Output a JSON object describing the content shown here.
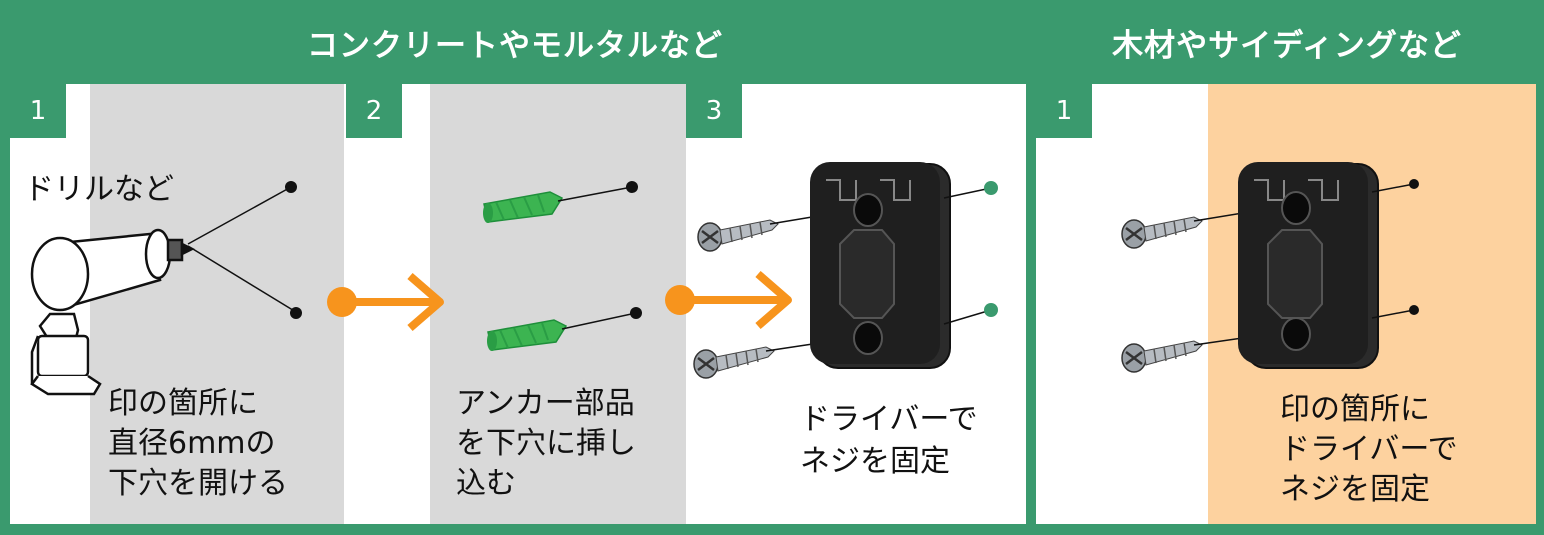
{
  "headers": {
    "concrete": "コンクリートやモルタルなど",
    "wood": "木材やサイディングなど"
  },
  "steps": [
    {
      "number": "1",
      "tool_label": "ドリルなど",
      "caption": [
        "印の箇所に",
        "直径6mmの",
        "下穴を開ける"
      ]
    },
    {
      "number": "2",
      "caption": [
        "アンカー部品",
        "を下穴に挿し",
        "込む"
      ]
    },
    {
      "number": "3",
      "caption": [
        "ドライバーで",
        "ネジを固定"
      ]
    }
  ],
  "wood_step": {
    "number": "1",
    "caption": [
      "印の箇所に",
      "ドライバーで",
      "ネジを固定"
    ]
  },
  "colors": {
    "green": "#3a9a6e",
    "orange": "#f7941d",
    "gray": "#d9d9d9",
    "peach": "#fdd29f",
    "anchor": "#3cb451"
  },
  "icons": [
    "drill-icon",
    "anchor-plug-icon",
    "screw-icon",
    "mount-bracket-icon",
    "arrow-right-icon"
  ]
}
